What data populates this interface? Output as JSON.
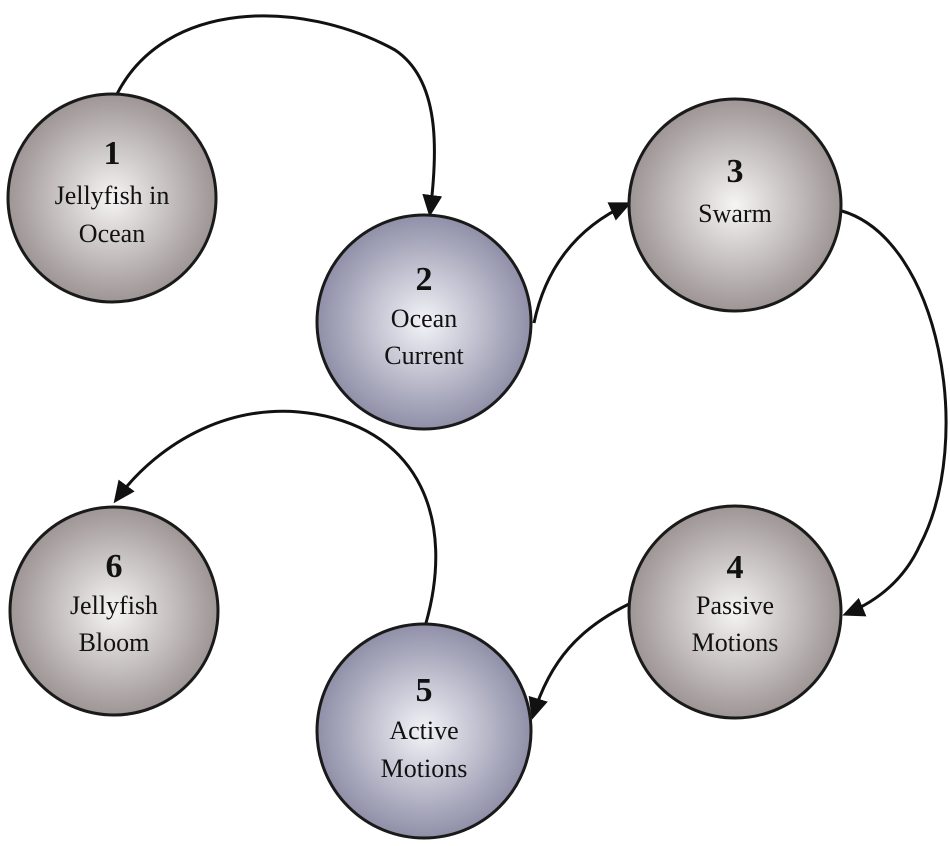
{
  "nodes": [
    {
      "number": "1",
      "lines": [
        "Jellyfish in",
        "Ocean"
      ],
      "tone": "warm"
    },
    {
      "number": "2",
      "lines": [
        "Ocean",
        "Current"
      ],
      "tone": "cool"
    },
    {
      "number": "3",
      "lines": [
        "Swarm"
      ],
      "tone": "warm"
    },
    {
      "number": "4",
      "lines": [
        "Passive",
        "Motions"
      ],
      "tone": "warm"
    },
    {
      "number": "5",
      "lines": [
        "Active",
        "Motions"
      ],
      "tone": "cool"
    },
    {
      "number": "6",
      "lines": [
        "Jellyfish",
        "Bloom"
      ],
      "tone": "warm"
    }
  ],
  "edges": [
    {
      "from": "1",
      "to": "2"
    },
    {
      "from": "2",
      "to": "3"
    },
    {
      "from": "3",
      "to": "4"
    },
    {
      "from": "4",
      "to": "5"
    },
    {
      "from": "5",
      "to": "6"
    }
  ],
  "colors": {
    "warm_center": "#f6f4f4",
    "warm_edge": "#9e9595",
    "cool_center": "#f3f3f8",
    "cool_edge": "#8f8fa8",
    "outline": "#1a1a1a",
    "arrow": "#111111"
  }
}
